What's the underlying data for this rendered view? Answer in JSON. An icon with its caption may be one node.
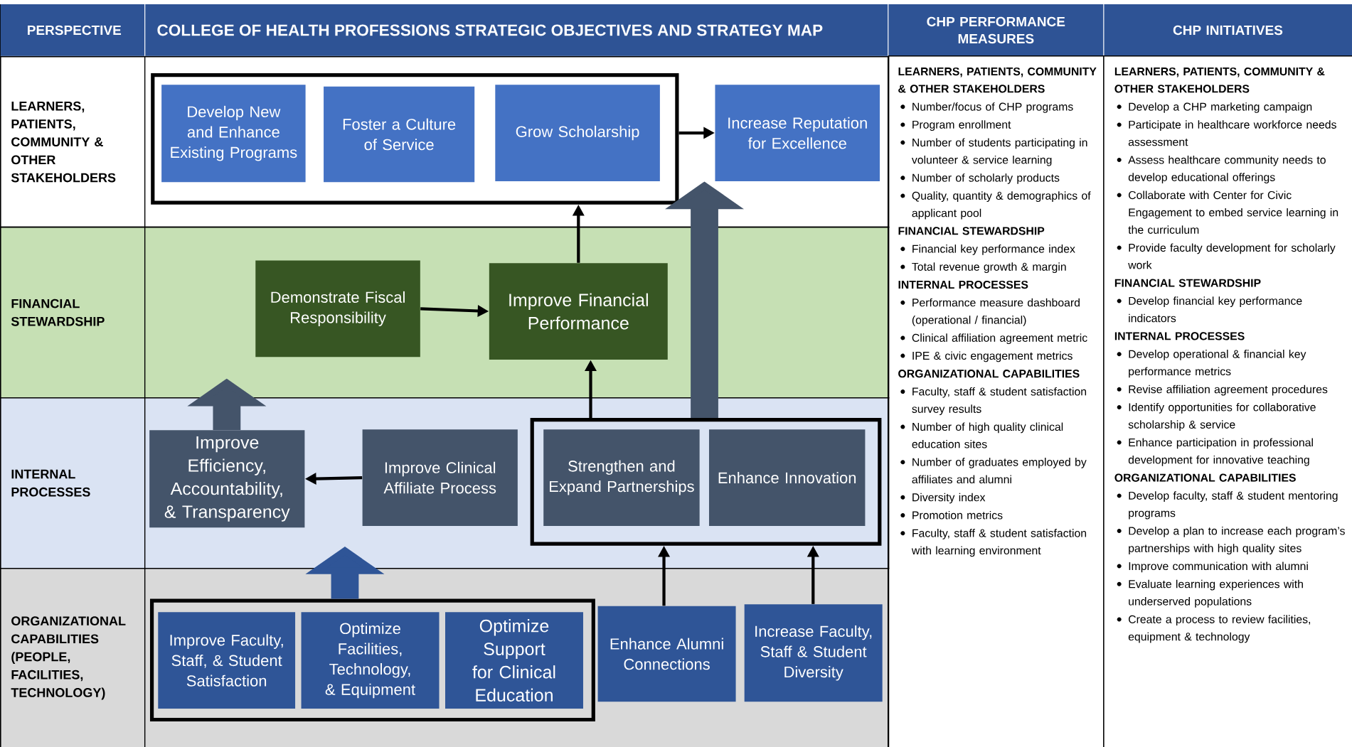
{
  "diagram": {
    "title": "COLLEGE OF HEALTH PROFESSIONS STRATEGIC OBJECTIVES AND STRATEGY MAP",
    "nodes": [
      {
        "text": [
          "LEARNERS, PATIENTS, COMMUNITY & OTHER STAKEHOLDERS"
        ]
      },
      {
        "text": [
          "FINANCIAL STEWARDSHIP"
        ]
      },
      {
        "text": [
          "INTERNAL PROCESSES"
        ]
      },
      {
        "text": [
          "ORGANIZATIONAL CAPABILITIES (PEOPLE, FACILITIES, TECHNOLOGY)"
        ]
      },
      {
        "text": [],
        "shape": "box",
        "in": 0
      },
      {
        "text": [
          "Develop New and Enhance Existing Programs"
        ],
        "in": 4
      },
      {
        "text": [
          "Foster a Culture of Service"
        ],
        "in": 4
      },
      {
        "text": [
          "Grow Scholarship"
        ],
        "in": 4
      },
      {
        "text": [
          "Increase Reputation for Excellence"
        ],
        "in": 0
      },
      {
        "text": [
          "Demonstrate Fiscal Responsibility"
        ],
        "in": 1
      },
      {
        "text": [
          "Improve Financial Performance"
        ],
        "in": 1
      },
      {
        "text": [
          "Improve Efficiency, Accountability, & Transparency"
        ],
        "in": 2
      },
      {
        "text": [
          "Improve Clinical Affiliate Process"
        ],
        "in": 2
      },
      {
        "text": [],
        "shape": "box",
        "in": 2
      },
      {
        "text": [
          "Strengthen and Expand Partnerships"
        ],
        "in": 13
      },
      {
        "text": [
          "Enhance Innovation"
        ],
        "in": 13
      },
      {
        "text": [],
        "shape": "box",
        "in": 3
      },
      {
        "text": [
          "Improve Faculty, Staff, & Student Satisfaction"
        ],
        "in": 16
      },
      {
        "text": [
          "Optimize Facilities, Technology, & Equipment"
        ],
        "in": 16
      },
      {
        "text": [
          "Optimize Support for Clinical Education"
        ],
        "in": 16
      },
      {
        "text": [
          "Enhance Alumni Connections"
        ],
        "in": 3
      },
      {
        "text": [
          "Increase Faculty, Staff & Student Diversity"
        ],
        "in": 3
      }
    ],
    "edges": [
      {
        "from": 4,
        "to": 8,
        "arrow": "to"
      },
      {
        "from": 9,
        "to": 10,
        "arrow": "to"
      },
      {
        "from": 10,
        "to": 4,
        "arrow": "to"
      },
      {
        "from": 13,
        "to": 10,
        "arrow": "to"
      },
      {
        "from": 13,
        "to": 8,
        "arrow": "to",
        "style": "thick",
        "color": "#44546a"
      },
      {
        "from": 12,
        "to": 11,
        "arrow": "to"
      },
      {
        "from": 20,
        "to": 13,
        "arrow": "to"
      },
      {
        "from": 21,
        "to": 13,
        "arrow": "to"
      },
      {
        "from": 16,
        "to": 2,
        "arrow": "to",
        "style": "thick",
        "color": "#2f5597"
      },
      {
        "from": 11,
        "to": 1,
        "arrow": "to",
        "style": "thick",
        "color": "#44546a"
      }
    ],
    "labels": [
      "PERSPECTIVE",
      "CHP PERFORMANCE MEASURES",
      "CHP INITIATIVES",
      "LEARNERS, PATIENTS, COMMUNITY & OTHER STAKEHOLDERS",
      "Number/focus of CHP programs",
      "Program enrollment",
      "Number of students participating in volunteer & service learning",
      "Number of scholarly products",
      "Quality, quantity & demographics of applicant pool",
      "FINANCIAL STEWARDSHIP",
      "Financial key performance index",
      "Total revenue growth & margin",
      "INTERNAL PROCESSES",
      "Performance measure dashboard (operational / financial)",
      "Clinical affiliation agreement metric",
      "IPE & civic engagement metrics",
      "ORGANIZATIONAL CAPABILITIES",
      "Faculty, staff & student satisfaction survey results",
      "Number of high quality clinical education sites",
      "Number of graduates employed by affiliates and alumni",
      "Diversity index",
      "Promotion metrics",
      "Faculty, staff & student satisfaction with learning environment",
      "LEARNERS, PATIENTS, COMMUNITY & OTHER STAKEHOLDERS",
      "Develop a CHP marketing campaign",
      "Participate in healthcare workforce needs assessment",
      "Assess healthcare community needs to develop educational offerings",
      "Collaborate with Center for Civic Engagement to embed service learning in the curriculum",
      "Provide faculty development for scholarly work",
      "FINANCIAL STEWARDSHIP",
      "Develop financial key performance indicators",
      "INTERNAL PROCESSES",
      "Develop operational & financial key performance metrics",
      "Revise affiliation agreement procedures",
      "Identify opportunities for collaborative scholarship & service",
      "Enhance participation in professional development for innovative teaching",
      "ORGANIZATIONAL CAPABILITIES",
      "Develop faculty, staff & student mentoring programs",
      "Develop a plan to increase each program’s partnerships with high quality sites",
      "Improve communication with alumni",
      "Evaluate learning experiences with underserved populations",
      "Create a process to review facilities, equipment & technology"
    ]
  }
}
